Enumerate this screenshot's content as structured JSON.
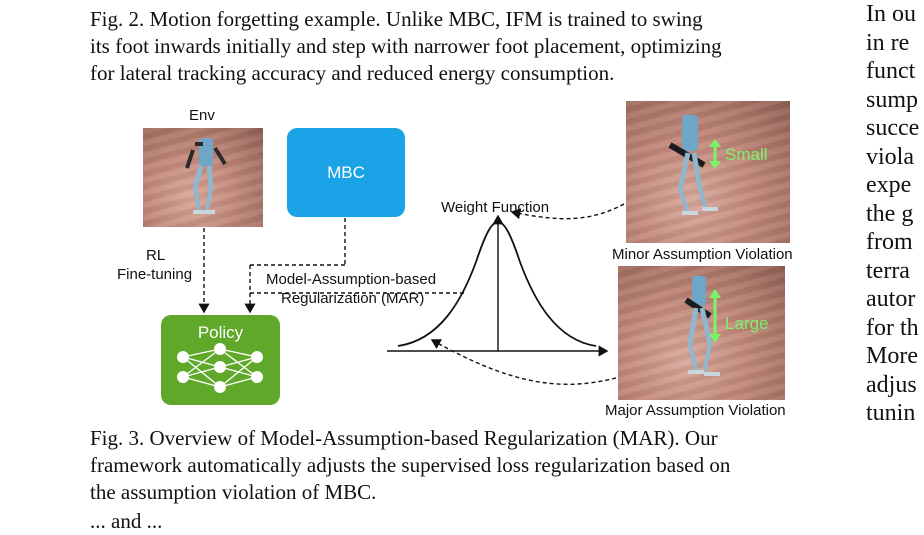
{
  "fig2_caption": {
    "lines": [
      "Fig. 2.   Motion forgetting example. Unlike MBC, IFM is trained to swing",
      "its foot inwards initially and step with narrower foot placement, optimizing",
      "for lateral tracking accuracy and reduced energy consumption."
    ]
  },
  "diagram": {
    "env_label": "Env",
    "rl_label_1": "RL",
    "rl_label_2": "Fine-tuning",
    "mbc_label": "MBC",
    "policy_label": "Policy",
    "mar_label_1": "Model-Assumption-based",
    "mar_label_2": "Regularization (MAR)",
    "weight_function_label": "Weight Function",
    "minor_label": "Minor Assumption Violation",
    "major_label": "Major Assumption Violation",
    "small_label": "Small",
    "large_label": "Large",
    "colors": {
      "mbc": "#1aa3e6",
      "policy": "#5fa829",
      "arrow_green": "#7cf26a"
    }
  },
  "fig3_caption": {
    "lines": [
      "Fig. 3.   Overview of Model-Assumption-based Regularization (MAR). Our",
      "framework automatically adjusts the supervised loss regularization based on",
      "the assumption violation of MBC."
    ]
  },
  "body_partial_line": "... and ...",
  "right_column": [
    "In ou",
    "in re",
    "funct",
    "sump",
    "succe",
    "viola",
    "expe",
    "the g",
    "from",
    "terra",
    "autor",
    "for th",
    "More",
    "adjus",
    "tunin"
  ]
}
